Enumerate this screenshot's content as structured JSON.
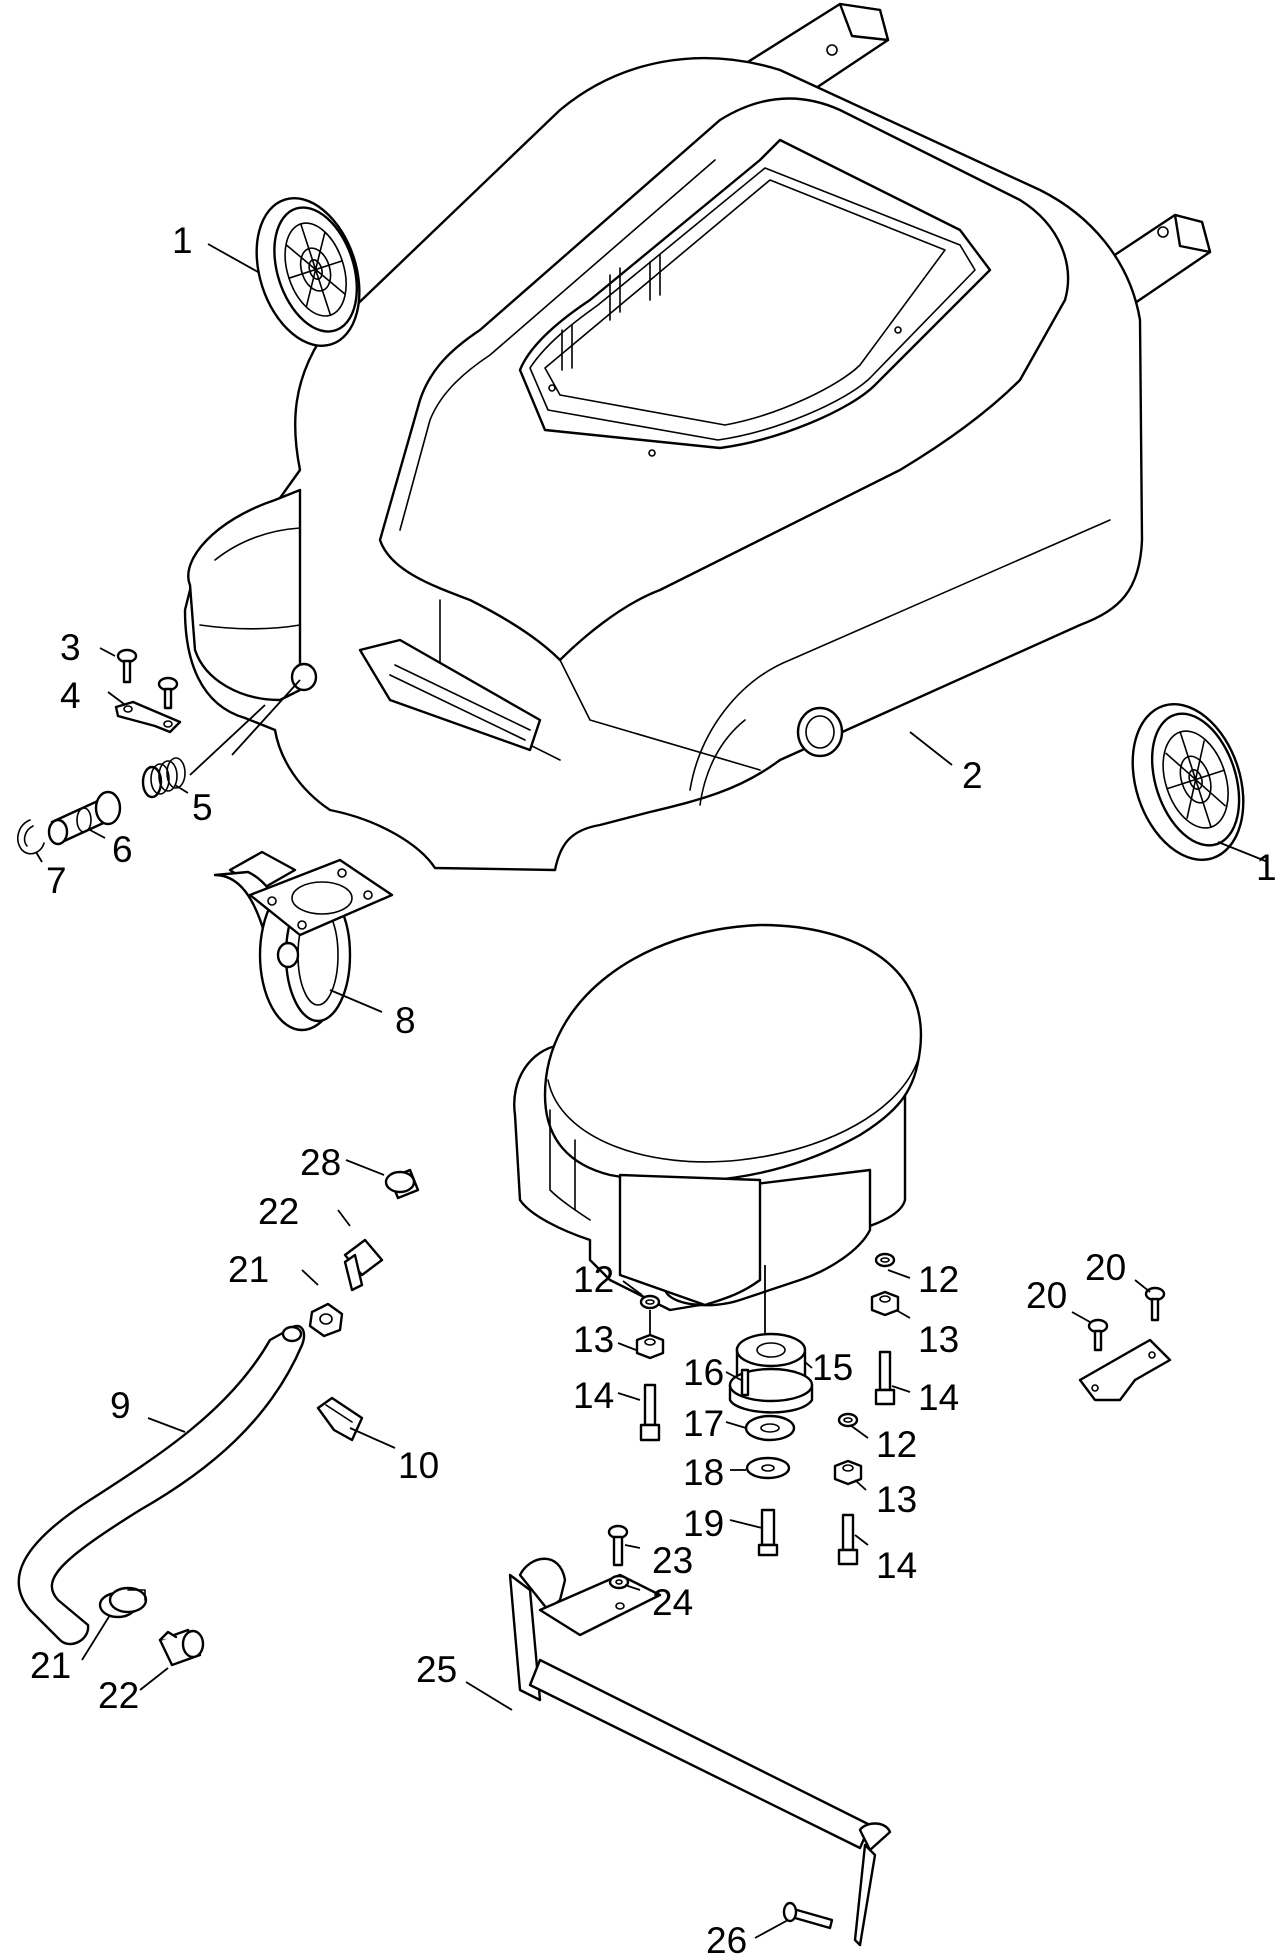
{
  "callouts": [
    {
      "id": "c1a",
      "text": "1"
    },
    {
      "id": "c1b",
      "text": "1"
    },
    {
      "id": "c2",
      "text": "2"
    },
    {
      "id": "c3",
      "text": "3"
    },
    {
      "id": "c4",
      "text": "4"
    },
    {
      "id": "c5",
      "text": "5"
    },
    {
      "id": "c6",
      "text": "6"
    },
    {
      "id": "c7",
      "text": "7"
    },
    {
      "id": "c8",
      "text": "8"
    },
    {
      "id": "c9",
      "text": "9"
    },
    {
      "id": "c10",
      "text": "10"
    },
    {
      "id": "c12a",
      "text": "12"
    },
    {
      "id": "c12b",
      "text": "12"
    },
    {
      "id": "c12c",
      "text": "12"
    },
    {
      "id": "c13a",
      "text": "13"
    },
    {
      "id": "c13b",
      "text": "13"
    },
    {
      "id": "c13c",
      "text": "13"
    },
    {
      "id": "c14a",
      "text": "14"
    },
    {
      "id": "c14b",
      "text": "14"
    },
    {
      "id": "c14c",
      "text": "14"
    },
    {
      "id": "c15",
      "text": "15"
    },
    {
      "id": "c16",
      "text": "16"
    },
    {
      "id": "c17",
      "text": "17"
    },
    {
      "id": "c18",
      "text": "18"
    },
    {
      "id": "c19",
      "text": "19"
    },
    {
      "id": "c20a",
      "text": "20"
    },
    {
      "id": "c20b",
      "text": "20"
    },
    {
      "id": "c21a",
      "text": "21"
    },
    {
      "id": "c21b",
      "text": "21"
    },
    {
      "id": "c22a",
      "text": "22"
    },
    {
      "id": "c22b",
      "text": "22"
    },
    {
      "id": "c23",
      "text": "23"
    },
    {
      "id": "c24",
      "text": "24"
    },
    {
      "id": "c25",
      "text": "25"
    },
    {
      "id": "c26",
      "text": "26"
    },
    {
      "id": "c28",
      "text": "28"
    }
  ]
}
